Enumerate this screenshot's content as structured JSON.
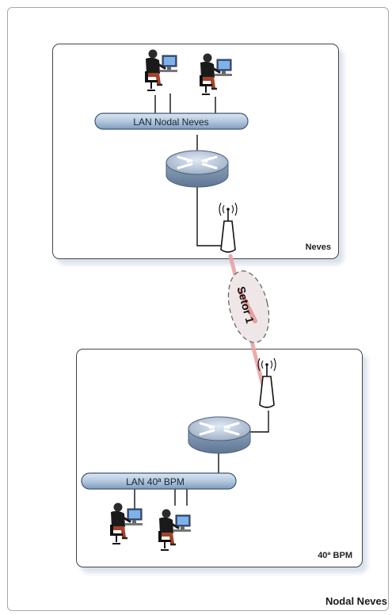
{
  "sites": {
    "top": {
      "name": "Neves",
      "lan_label": "LAN Nodal Neves"
    },
    "bottom": {
      "name": "40ª BPM",
      "lan_label": "LAN 40ª BPM"
    }
  },
  "link": {
    "label": "Setor 1"
  },
  "footer": "Nodal Neves",
  "colors": {
    "link": "#e9a2a2",
    "lan_bar": "#b3c8de",
    "router": "#9fb1c8"
  },
  "icons": [
    "workstation-user-icon",
    "router-icon",
    "antenna-icon",
    "wireless-signal-icon"
  ]
}
